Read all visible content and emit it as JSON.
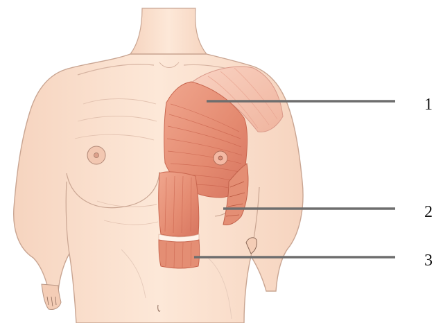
{
  "figure": {
    "description_visible": false,
    "colors": {
      "skin": "#fbe2cf",
      "skin_outline": "#b99684",
      "skin_shadow": "#edc4ac",
      "muscle": "#e99a82",
      "muscle_dark": "#c8664f",
      "muscle_light": "#f6c3b3",
      "tendon": "#fff3ea",
      "leader_line": "#6e6e6e"
    },
    "callouts": [
      {
        "number": "1"
      },
      {
        "number": "2"
      },
      {
        "number": "3"
      }
    ]
  }
}
